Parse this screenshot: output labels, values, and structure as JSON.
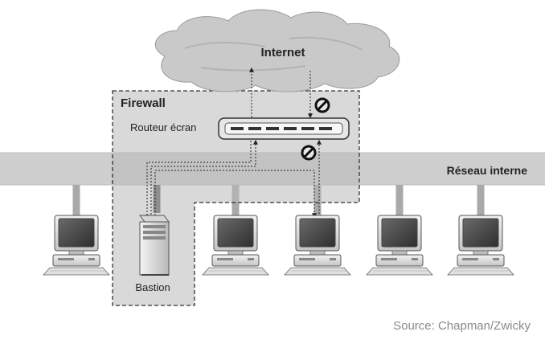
{
  "labels": {
    "internet": "Internet",
    "firewall": "Firewall",
    "screening_router": "Routeur écran",
    "internal_network": "Réseau interne",
    "bastion": "Bastion",
    "source": "Source: Chapman/Zwicky"
  },
  "icons": {
    "blocked": "prohibited-icon",
    "computer": "computer-icon",
    "server": "server-tower-icon",
    "router": "router-icon",
    "cloud": "cloud-icon"
  },
  "colors": {
    "background": "#ffffff",
    "cloud": "#c9c9c9",
    "network_band": "#cfcfcf",
    "firewall_zone": "#b9b9b9",
    "line": "#222222",
    "source_text": "#8a8a8a"
  }
}
